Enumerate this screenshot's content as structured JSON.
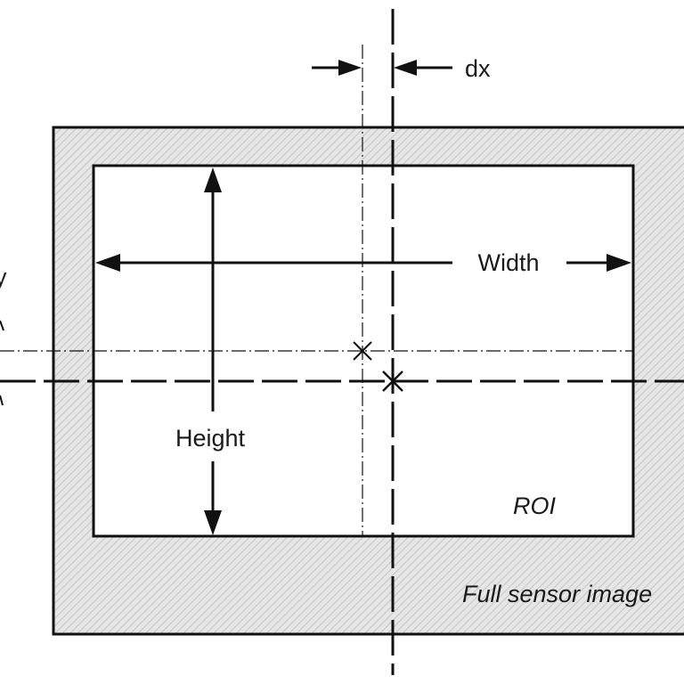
{
  "labels": {
    "width": "Width",
    "height": "Height",
    "dx": "dx",
    "roi": "ROI",
    "sensor": "Full sensor image",
    "dy_partial": "y"
  },
  "colors": {
    "line": "#111111",
    "hatch_fill": "#e6e6e6",
    "hatch_stroke": "#c4c4c4",
    "roi_fill": "#ffffff",
    "text": "#1a1a1a"
  }
}
